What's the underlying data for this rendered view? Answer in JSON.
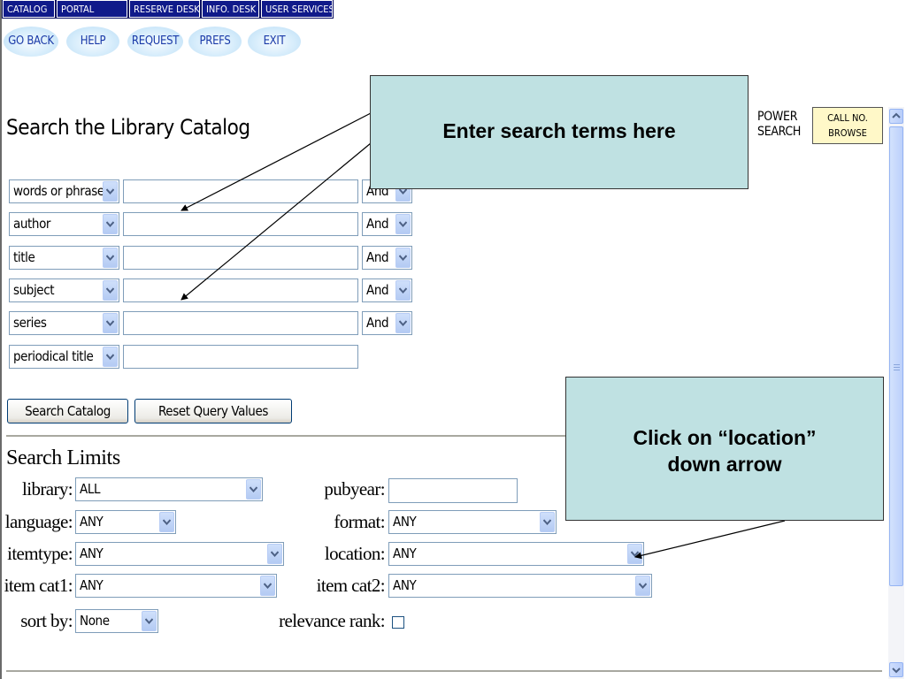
{
  "nav_tabs": [
    "CATALOG",
    "PORTAL",
    "RESERVE DESK",
    "INFO. DESK",
    "USER SERVICES"
  ],
  "action_buttons": [
    "GO BACK",
    "HELP",
    "REQUEST",
    "PREFS",
    "EXIT"
  ],
  "page_title": "Search the Library Catalog",
  "side_tabs": {
    "power_search": [
      "POWER",
      "SEARCH"
    ],
    "call_no_browse": [
      "CALL NO.",
      "BROWSE"
    ]
  },
  "search_rows": [
    {
      "field": "words or phrase",
      "value": "",
      "operator": "And"
    },
    {
      "field": "author",
      "value": "",
      "operator": "And"
    },
    {
      "field": "title",
      "value": "",
      "operator": "And"
    },
    {
      "field": "subject",
      "value": "",
      "operator": "And"
    },
    {
      "field": "series",
      "value": "",
      "operator": "And"
    },
    {
      "field": "periodical title",
      "value": ""
    }
  ],
  "buttons": {
    "search": "Search Catalog",
    "reset": "Reset Query Values"
  },
  "limits": {
    "title": "Search Limits",
    "library_label": "library:",
    "library_value": "ALL",
    "pubyear_label": "pubyear:",
    "pubyear_value": "",
    "language_label": "language:",
    "language_value": "ANY",
    "format_label": "format:",
    "format_value": "ANY",
    "itemtype_label": "itemtype:",
    "itemtype_value": "ANY",
    "location_label": "location:",
    "location_value": "ANY",
    "itemcat1_label": "item cat1:",
    "itemcat1_value": "ANY",
    "itemcat2_label": "item cat2:",
    "itemcat2_value": "ANY",
    "sortby_label": "sort by:",
    "sortby_value": "None",
    "relevance_label": "relevance rank:",
    "relevance_checked": false
  },
  "callouts": {
    "search_terms": "Enter search terms here",
    "location_line1": "Click on “location”",
    "location_line2": "down arrow"
  },
  "colors": {
    "nav_tab_bg": "#101a8a",
    "callout_bg": "#bfe1e2",
    "call_no_tab_bg": "#fff8c8",
    "oval_text": "#1a3aa8"
  }
}
